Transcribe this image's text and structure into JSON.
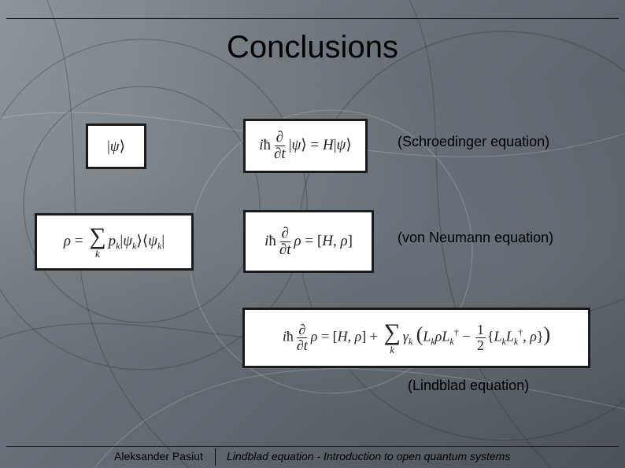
{
  "slide": {
    "title": "Conclusions"
  },
  "equations": {
    "state_vector": "|ψ⟩",
    "schroedinger": "iħ ∂/∂t |ψ⟩ = H|ψ⟩",
    "density_matrix": "ρ = Σ_k p_k |ψ_k⟩⟨ψ_k|",
    "von_neumann": "iħ ∂/∂t ρ = [H, ρ]",
    "lindblad": "iħ ∂/∂t ρ = [H, ρ] + Σ_k γ_k ( L_k ρ L_k† − 1/2 {L_k L_k†, ρ} )"
  },
  "labels": {
    "schroedinger": "(Schroedinger equation)",
    "von_neumann": "(von Neumann equation)",
    "lindblad": "(Lindblad equation)"
  },
  "footer": {
    "author": "Aleksander Pasiut",
    "talk_title": "Lindblad equation - Introduction to open quantum systems"
  }
}
